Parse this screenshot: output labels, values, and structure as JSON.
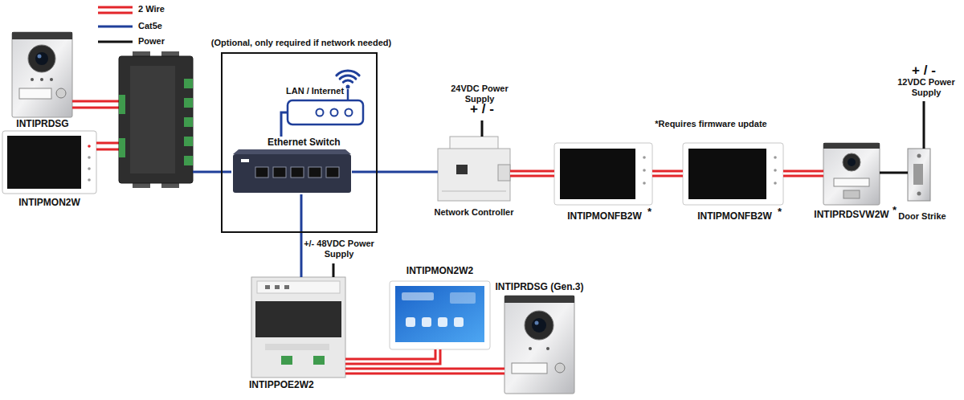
{
  "diagram": {
    "nodes": [
      {
        "text": [
          "INTIPRDSG"
        ]
      },
      {
        "text": [
          "INTIPMON2W"
        ]
      },
      {
        "text": [
          "(Optional, only required if network needed)"
        ]
      },
      {
        "text": [
          "LAN / Internet"
        ],
        "in": 2
      },
      {
        "text": [
          "Ethernet Switch"
        ],
        "in": 2
      },
      {
        "text": [
          "Network Controller"
        ]
      },
      {
        "text": [
          "INTIPMONFB2W",
          "*"
        ]
      },
      {
        "text": [
          "INTIPMONFB2W",
          "*"
        ]
      },
      {
        "text": [
          "INTIPRDSVW2W",
          "*"
        ]
      },
      {
        "text": [
          "Door Strike"
        ]
      },
      {
        "text": [
          "INTIPPOE2W2"
        ]
      },
      {
        "text": [
          "INTIPMON2W2"
        ]
      },
      {
        "text": [
          "INTIPRDSG (Gen.3)"
        ]
      }
    ],
    "edges": [
      {
        "from": 4,
        "to": 3,
        "arrow": "none"
      },
      {
        "from": 4,
        "to": 5,
        "arrow": "none"
      },
      {
        "from": 4,
        "to": 10,
        "arrow": "none"
      },
      {
        "from": 5,
        "to": 6,
        "arrow": "none"
      },
      {
        "from": 6,
        "to": 7,
        "arrow": "none"
      },
      {
        "from": 7,
        "to": 8,
        "arrow": "none"
      },
      {
        "from": 8,
        "to": 9,
        "arrow": "none"
      },
      {
        "from": 10,
        "to": 11,
        "arrow": "none"
      },
      {
        "from": 10,
        "to": 12,
        "arrow": "none"
      }
    ],
    "labels": [
      "24VDC Power Supply",
      "+ / -",
      "*Requires firmware update",
      "+ / -",
      "12VDC Power Supply",
      "+/- 48VDC Power Supply"
    ],
    "legend": [
      {
        "text": "2 Wire"
      },
      {
        "text": "Cat5e"
      },
      {
        "text": "Power"
      }
    ]
  }
}
